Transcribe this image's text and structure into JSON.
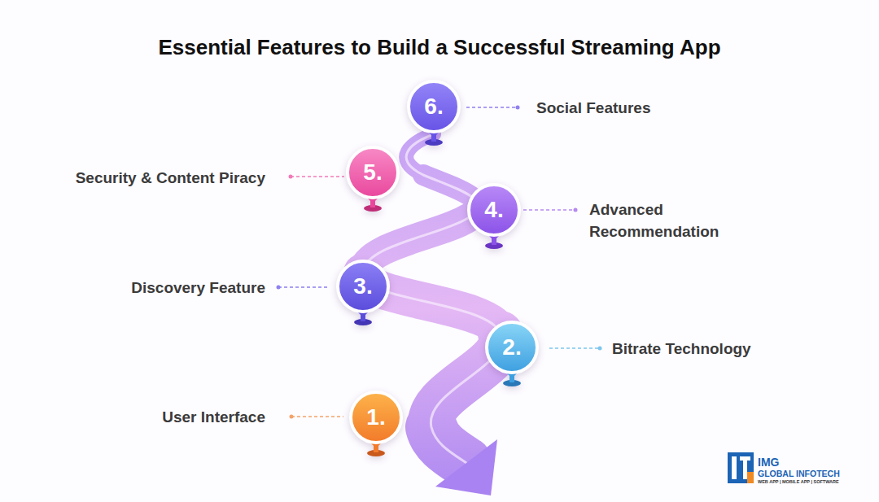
{
  "diagram": {
    "title": "Essential Features to Build a Successful Streaming App",
    "nodes": [
      {
        "text": [
          "1.",
          "User Interface"
        ]
      },
      {
        "text": [
          "2.",
          "Bitrate Technology"
        ]
      },
      {
        "text": [
          "3.",
          "Discovery Feature"
        ]
      },
      {
        "text": [
          "4.",
          "Advanced Recommendation"
        ]
      },
      {
        "text": [
          "5.",
          "Security & Content Piracy"
        ]
      },
      {
        "text": [
          "6.",
          "Social Features"
        ]
      }
    ],
    "labels": [
      "IMG",
      "GLOBAL INFOTECH",
      "WEB APP | MOBILE APP | SOFTWARE"
    ]
  }
}
